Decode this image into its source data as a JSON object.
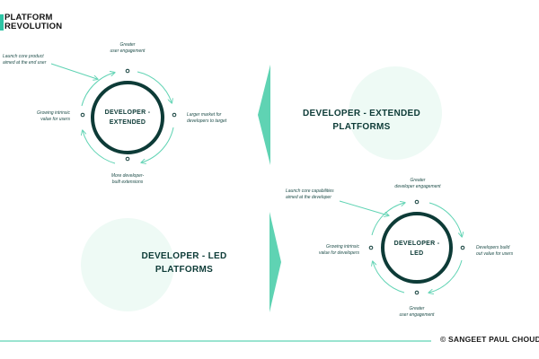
{
  "brand": {
    "line1": "PLATFORM",
    "line2": "REVOLUTION"
  },
  "top_cycle": {
    "center": {
      "line1": "DEVELOPER -",
      "line2": "EXTENDED"
    },
    "launch": {
      "line1": "Launch core product",
      "line2": "aimed at the end user"
    },
    "top": {
      "line1": "Greater",
      "line2": "user engagement"
    },
    "right": {
      "line1": "Larger market for",
      "line2": "developers to target"
    },
    "bottom": {
      "line1": "More developer-",
      "line2": "built extensions"
    },
    "left": {
      "line1": "Growing intrinsic",
      "line2": "value for users"
    }
  },
  "bottom_cycle": {
    "center": {
      "line1": "DEVELOPER -",
      "line2": "LED"
    },
    "launch": {
      "line1": "Launch core capabilities",
      "line2": "aimed at the developer"
    },
    "top": {
      "line1": "Greater",
      "line2": "developer engagement"
    },
    "right": {
      "line1": "Developers build",
      "line2": "out value for users"
    },
    "bottom": {
      "line1": "Greater",
      "line2": "user engagement"
    },
    "left": {
      "line1": "Growing intrinsic",
      "line2": "value for developers"
    }
  },
  "extended_title": {
    "line1": "DEVELOPER - EXTENDED",
    "line2": "PLATFORMS"
  },
  "led_title": {
    "line1": "DEVELOPER - LED",
    "line2": "PLATFORMS"
  },
  "footer": {
    "credit": "© SANGEET PAUL CHOUDARY"
  },
  "colors": {
    "accent": "#5fd3b3",
    "dark": "#0d3b37",
    "soft": "#eefaf5"
  }
}
